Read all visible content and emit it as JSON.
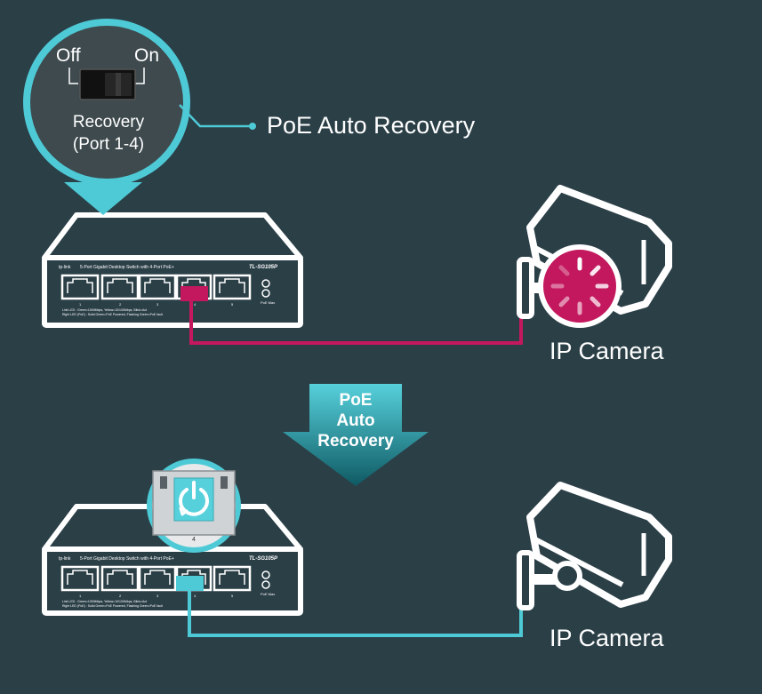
{
  "colors": {
    "background": "#2b3f47",
    "teal": "#4ecad6",
    "magenta": "#c3185e",
    "white": "#ffffff"
  },
  "zoom": {
    "off_label": "Off",
    "on_label": "On",
    "recovery_line1": "Recovery",
    "recovery_line2": "(Port 1-4)"
  },
  "callout": {
    "label": "PoE Auto Recovery"
  },
  "switch": {
    "brand": "tp-link",
    "description": "5-Port Gigabit Desktop Switch with 4-Port PoE+",
    "model": "TL-SG105P",
    "port_numbers": [
      "1",
      "2",
      "3",
      "4",
      "5"
    ],
    "poe_max": "PoE Max",
    "led_line1": "Link LED : Green=1000Mbps, Yellow=10/100Mbps, Blink=Act",
    "led_line2": "Right LED (PoE) : Solid Green=PoE Powered, Flashing Green=PoE fault"
  },
  "camera_top": {
    "label": "IP Camera",
    "status": "loading"
  },
  "camera_bottom": {
    "label": "IP Camera"
  },
  "arrow": {
    "line1": "PoE",
    "line2": "Auto",
    "line3": "Recovery"
  },
  "recovery_badge": {
    "port_label": "4",
    "icon": "power-restart-icon"
  }
}
